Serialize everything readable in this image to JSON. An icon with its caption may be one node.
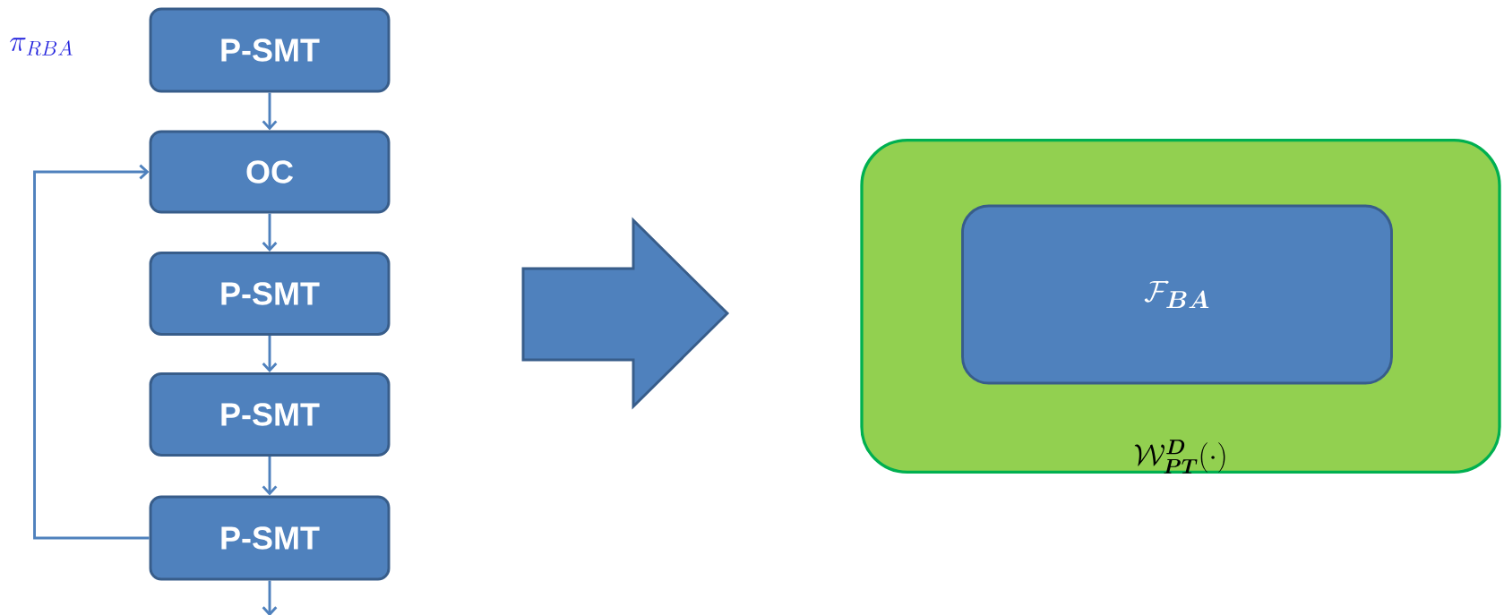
{
  "diagram": {
    "nodes": [
      {
        "text": [
          "P-SMT"
        ]
      },
      {
        "text": [
          "OC"
        ]
      },
      {
        "text": [
          "P-SMT"
        ]
      },
      {
        "text": [
          "P-SMT"
        ]
      },
      {
        "text": [
          "P-SMT"
        ]
      },
      {
        "text": [
          "\\mathcal{W}^{\\boldsymbol{D}}_{\\boldsymbol{PT}}(\\cdot)"
        ]
      },
      {
        "text": [
          "\\mathcal{F}_{\\boldsymbol{BA}}"
        ],
        "in": 5
      }
    ],
    "edges": [
      {
        "from": 0,
        "to": 1,
        "arrow": "to"
      },
      {
        "from": 1,
        "to": 2,
        "arrow": "to"
      },
      {
        "from": 2,
        "to": 3,
        "arrow": "to"
      },
      {
        "from": 3,
        "to": 4,
        "arrow": "to"
      },
      {
        "from": 4,
        "to": 1,
        "arrow": "to"
      },
      {
        "from": 4,
        "to": null,
        "arrow": "to"
      }
    ],
    "labels": [
      "\\pi_{RBA}"
    ]
  }
}
